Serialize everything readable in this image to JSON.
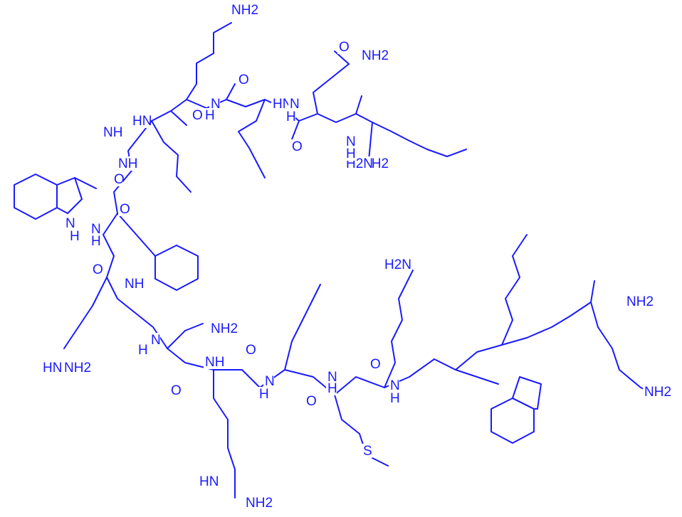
{
  "molecule": {
    "color": "#1a1aff",
    "labels": [
      "NH2",
      "O",
      "NH2",
      "HN",
      "N",
      "O",
      "H",
      "HN",
      "N",
      "H",
      "O",
      "NH",
      "O",
      "NH",
      "NH2",
      "H2N",
      "N",
      "H",
      "O",
      "H",
      "N",
      "N",
      "H",
      "O",
      "O",
      "NH",
      "NH2",
      "HN",
      "NH2",
      "O",
      "H",
      "N",
      "NH",
      "N",
      "H",
      "O",
      "S",
      "H2N",
      "N",
      "H",
      "O",
      "N",
      "H",
      "O",
      "NH2",
      "NH2",
      "HN",
      "NH2"
    ]
  }
}
